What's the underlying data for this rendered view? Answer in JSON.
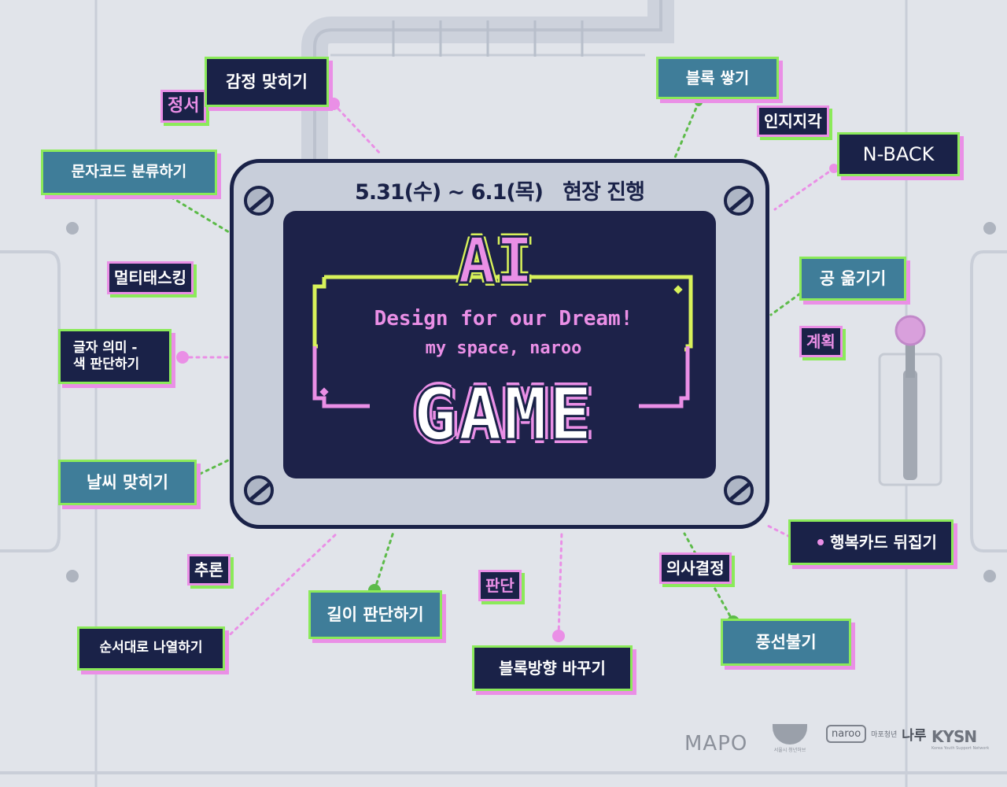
{
  "header": {
    "date_text": "5.31(수) ~ 6.1(목)",
    "venue_text": "현장 진행"
  },
  "screen": {
    "ai_label": "AI",
    "tagline": "Design for our Dream!",
    "subline": "my space, naroo",
    "game_label": "GAME"
  },
  "categories": {
    "emotion": "정서",
    "multitask": "멀티태스킹",
    "reasoning": "추론",
    "judgment": "판단",
    "decision": "의사결정",
    "planning": "계획",
    "cognition": "인지지각"
  },
  "games": {
    "emotion_match": "감정 맞히기",
    "char_code": "문자코드 분류하기",
    "word_color_1": "글자 의미 -",
    "word_color_2": "색 판단하기",
    "weather": "날씨 맞히기",
    "order": "순서대로 나열하기",
    "length": "길이 판단하기",
    "block_dir": "블록방향 바꾸기",
    "balloon": "풍선불기",
    "happy_card": "행복카드 뒤집기",
    "ball_move": "공 옮기기",
    "nback": "N-BACK",
    "block_stack": "블록 쌓기"
  },
  "footer": {
    "logo_1": "MAPO",
    "logo_2_small": "서울시 청년허브",
    "logo_3": "naroo",
    "logo_3_small": "마포청년",
    "logo_3_main": "나루",
    "logo_4": "KYSN",
    "logo_4_small": "Korea Youth Support Network"
  },
  "colors": {
    "navy": "#1a2248",
    "teal": "#3f7d99",
    "green": "#8bea5a",
    "pink": "#ea8fe6",
    "lime": "#d8f25a",
    "background": "#e1e4ea"
  }
}
